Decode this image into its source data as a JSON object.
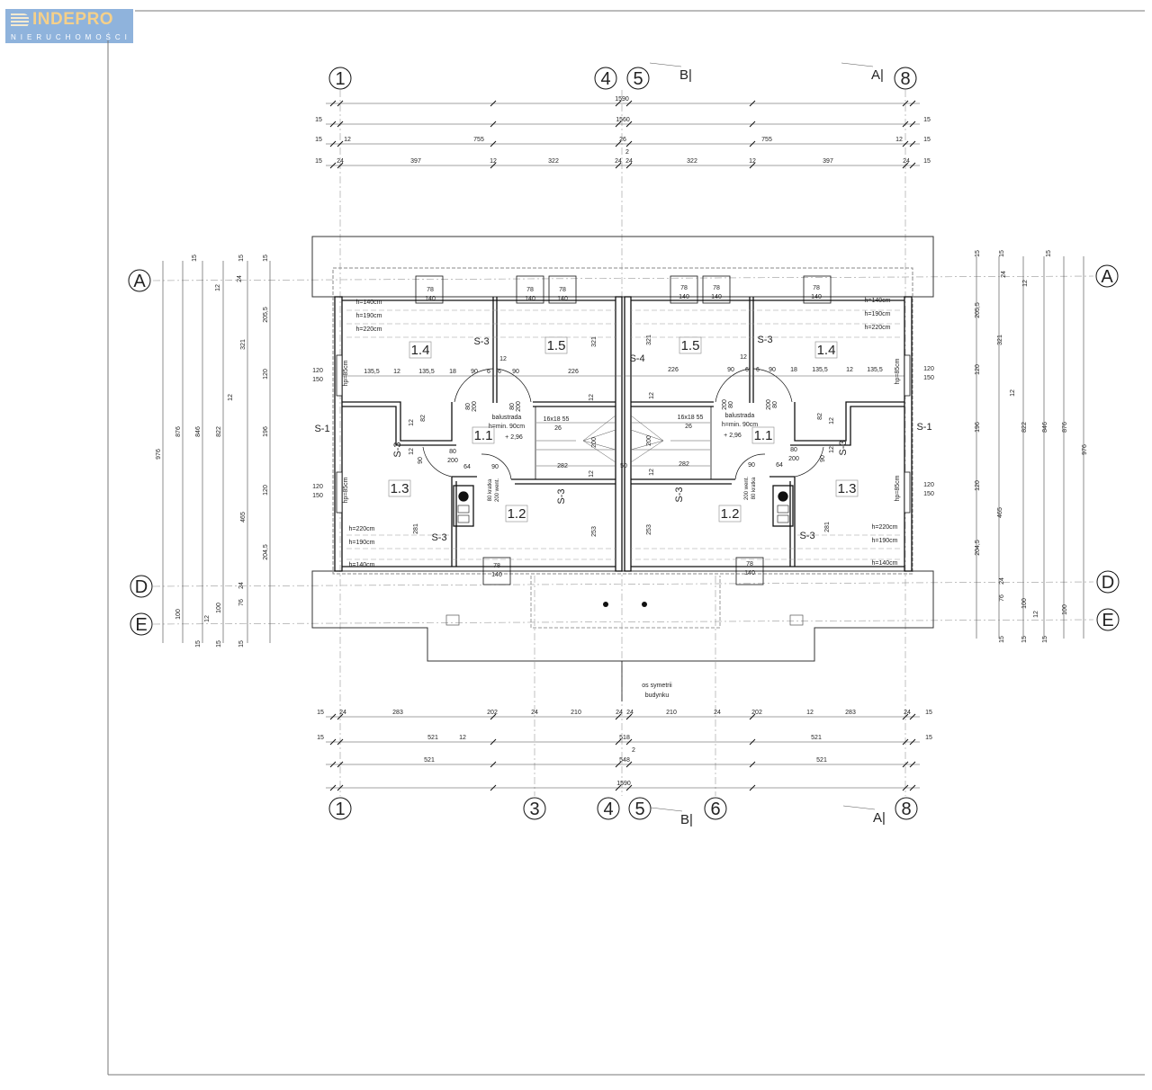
{
  "logo": {
    "name": "INDEPRO",
    "tagline": "NIERUCHOMOŚCI"
  },
  "grid_axes": {
    "top": [
      "1",
      "4",
      "5",
      "8"
    ],
    "bottom": [
      "1",
      "3",
      "4",
      "5",
      "6",
      "8"
    ],
    "left": [
      "A",
      "D",
      "E"
    ],
    "right": [
      "A",
      "D",
      "E"
    ]
  },
  "section_markers": {
    "top": [
      "B",
      "A"
    ],
    "bottom": [
      "B",
      "A"
    ]
  },
  "dimensions": {
    "top_rows": [
      [
        "1590"
      ],
      [
        "15",
        "1560",
        "15"
      ],
      [
        "15",
        "12",
        "755",
        "26",
        "2",
        "755",
        "12",
        "15"
      ],
      [
        "15",
        "24",
        "397",
        "12",
        "322",
        "24",
        "24",
        "322",
        "12",
        "397",
        "24",
        "15"
      ]
    ],
    "bottom_rows": [
      [
        "15",
        "24",
        "283",
        "202",
        "24",
        "210",
        "24",
        "24",
        "210",
        "24",
        "202",
        "12",
        "283",
        "24",
        "15"
      ],
      [
        "15",
        "521",
        "12",
        "518",
        "2",
        "521",
        "15"
      ],
      [
        "521",
        "548",
        "521"
      ],
      [
        "1590"
      ]
    ],
    "side": [
      "976",
      "876",
      "846",
      "822",
      "12",
      "321",
      "465",
      "205,5",
      "120",
      "196",
      "120",
      "204,5",
      "15",
      "15",
      "15",
      "12",
      "24",
      "100",
      "100",
      "76",
      "24",
      "12",
      "15",
      "15",
      "15"
    ]
  },
  "rooms": [
    "1.4",
    "1.5",
    "1.1",
    "1.3",
    "1.2"
  ],
  "half_labels": [
    "S-3",
    "S-1",
    "S-3",
    "S-3",
    "S-3",
    "h=140cm",
    "h=190cm",
    "h=220cm",
    "h=220cm",
    "h=190cm",
    "h=140cm",
    "78",
    "140",
    "78",
    "140",
    "78",
    "140",
    "78",
    "140",
    "120",
    "150",
    "120",
    "150",
    "hp=85cm",
    "hp=85cm",
    "135,5",
    "12",
    "135,5",
    "18",
    "90",
    "6",
    "6",
    "90",
    "226",
    "12",
    "321",
    "80",
    "200",
    "80",
    "200",
    "balustrada",
    "h=min. 90cm",
    "+ 2,96",
    "16x18 55",
    "26",
    "200",
    "282",
    "12",
    "12",
    "82",
    "12",
    "12",
    "90",
    "80",
    "200",
    "64",
    "90",
    "80 kratka",
    "200 went.",
    "281",
    "253"
  ],
  "right_only_labels": [
    "S-4"
  ],
  "center_labels": {
    "dim_50": "50",
    "axis_note_1": "os symetrii",
    "axis_note_2": "budynku"
  }
}
